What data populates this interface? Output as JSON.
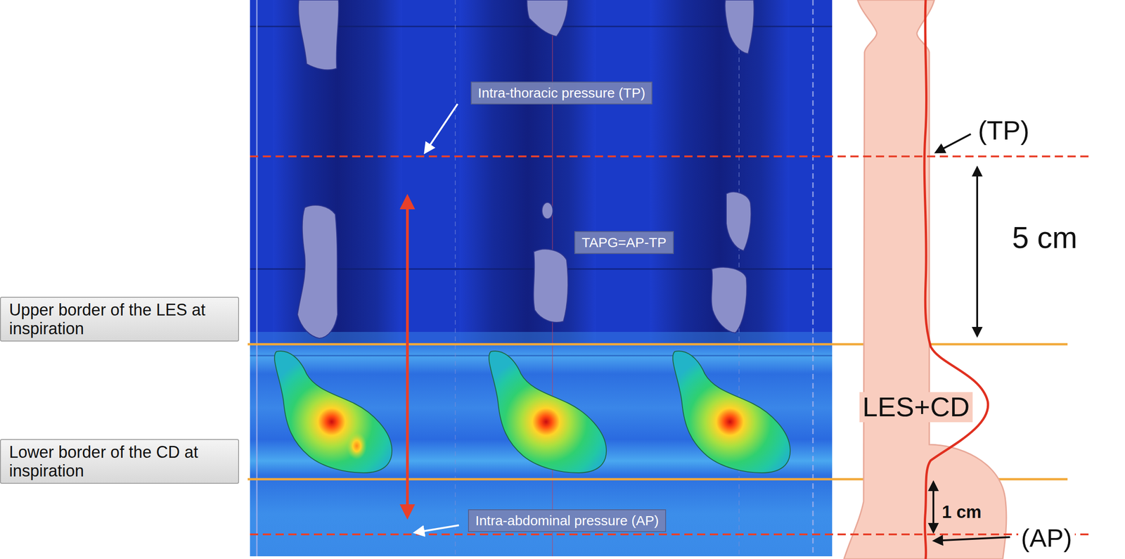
{
  "diagram": {
    "nodes": [
      {
        "text": [
          "Intra-thoracic pressure (TP)"
        ]
      },
      {
        "text": [
          "TAPG=AP-TP"
        ]
      },
      {
        "text": [
          "Upper border of the LES at inspiration"
        ]
      },
      {
        "text": [
          "Lower border of the CD at inspiration"
        ]
      },
      {
        "text": [
          "Intra-abdominal pressure (AP)"
        ]
      }
    ],
    "labels": [
      "(TP)",
      "5 cm",
      "LES+CD",
      "1 cm",
      "(AP)"
    ]
  }
}
